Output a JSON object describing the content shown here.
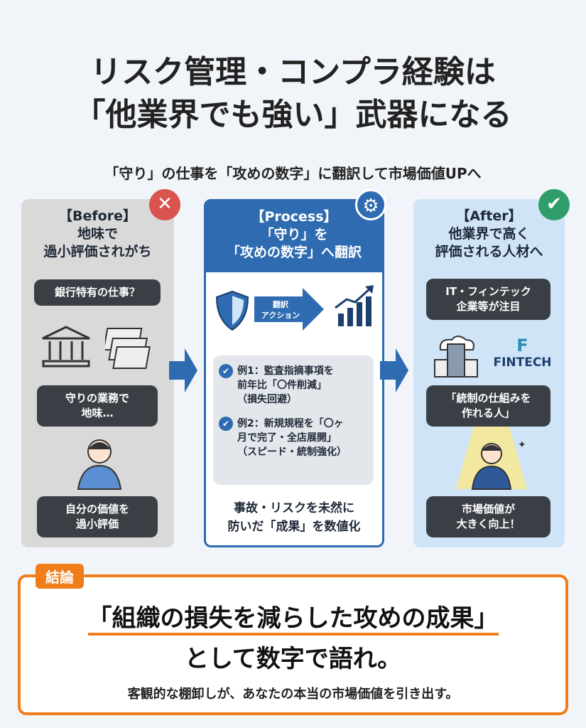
{
  "title": {
    "line1": "リスク管理・コンプラ経験は",
    "line2": "「他業界でも強い」武器になる"
  },
  "subtitle": "「守り」の仕事を「攻めの数字」に翻訳して市場価値UPへ",
  "before": {
    "label": "【Before】",
    "heading1": "地味で",
    "heading2": "過小評価されがち",
    "bubble1": "銀行特有の仕事？",
    "bubble2_1": "守りの業務で",
    "bubble2_2": "地味…",
    "bubble3_1": "自分の価値を",
    "bubble3_2": "過小評価",
    "icon": "x-icon"
  },
  "process": {
    "label": "【Process】",
    "heading1": "「守り」を",
    "heading2": "「攻めの数字」へ翻訳",
    "action1": "翻訳",
    "action2": "アクション",
    "examples": [
      {
        "l1": "例1：監査指摘事項を",
        "l2": "前年比「〇件削減」",
        "l3": "（損失回避）"
      },
      {
        "l1": "例2：新規規程を「〇ヶ",
        "l2": "月で完了・全店展開」",
        "l3": "（スピード・統制強化）"
      }
    ],
    "footer1": "事故・リスクを未然に",
    "footer2": "防いだ「成果」を数値化",
    "icon": "gear-icon"
  },
  "after": {
    "label": "【After】",
    "heading1": "他業界で高く",
    "heading2": "評価される人材へ",
    "bubble1_1": "IT・フィンテック",
    "bubble1_2": "企業等が注目",
    "logo": "FINTECH",
    "bubble2_1": "「統制の仕組みを",
    "bubble2_2": "作れる人」",
    "bubble3_1": "市場価値が",
    "bubble3_2": "大きく向上！",
    "icon": "check-icon"
  },
  "conclusion": {
    "tag": "結論",
    "line1": "「組織の損失を減らした攻めの成果」",
    "line2": "として数字で語れ。",
    "line3": "客観的な棚卸しが、あなたの本当の市場価値を引き出す。"
  },
  "colors": {
    "blue": "#2e6bb0",
    "orange": "#ef7d1a",
    "red": "#d9534f",
    "green": "#2f9e6a"
  }
}
